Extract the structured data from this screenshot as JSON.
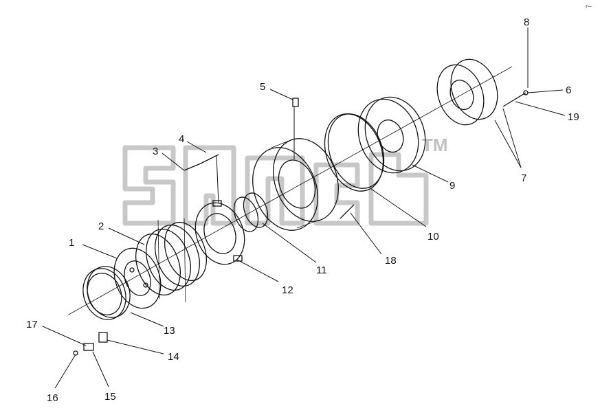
{
  "diagram": {
    "watermark_tm": "TM",
    "corner_mark": "r--",
    "callouts": [
      {
        "id": "1",
        "label": "1"
      },
      {
        "id": "2",
        "label": "2"
      },
      {
        "id": "3",
        "label": "3"
      },
      {
        "id": "4",
        "label": "4"
      },
      {
        "id": "5",
        "label": "5"
      },
      {
        "id": "6",
        "label": "6"
      },
      {
        "id": "7",
        "label": "7"
      },
      {
        "id": "8",
        "label": "8"
      },
      {
        "id": "9",
        "label": "9"
      },
      {
        "id": "10",
        "label": "10"
      },
      {
        "id": "11",
        "label": "11"
      },
      {
        "id": "12",
        "label": "12"
      },
      {
        "id": "13",
        "label": "13"
      },
      {
        "id": "14",
        "label": "14"
      },
      {
        "id": "15",
        "label": "15"
      },
      {
        "id": "16",
        "label": "16"
      },
      {
        "id": "17",
        "label": "17"
      },
      {
        "id": "18",
        "label": "18"
      },
      {
        "id": "19",
        "label": "19"
      }
    ]
  }
}
